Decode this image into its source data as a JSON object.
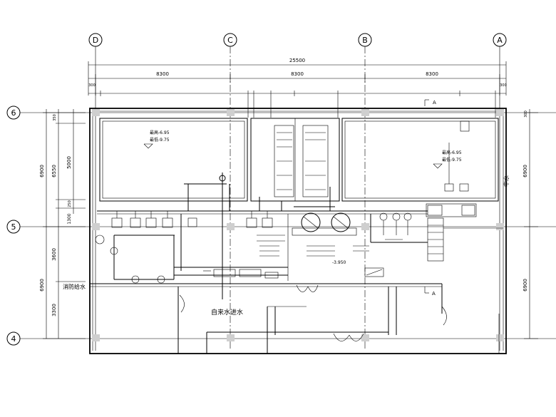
{
  "axes_top": [
    "D",
    "C",
    "B",
    "A"
  ],
  "axes_left": [
    "6",
    "5",
    "4"
  ],
  "dims_top": {
    "overall": "25500",
    "bay1": "8300",
    "bay2": "8300",
    "bay3": "8300",
    "edge_left": "300",
    "edge_right": "300"
  },
  "dims_left": {
    "total_upper": "6900",
    "inner_upper": "6550",
    "tank": "5000",
    "top_small": "350",
    "mid_small": "250",
    "lower_a": "1300",
    "lower_b": "3600",
    "bottom": "3300",
    "total_lower": "6900"
  },
  "dims_right": {
    "upper": "6900",
    "lower": "6900",
    "top": "300"
  },
  "tanks": {
    "left_level_1": "最高-6.95",
    "left_level_2": "最低-9.75",
    "right_level_1": "最高-6.95",
    "right_level_2": "最低-9.75",
    "section_mark_top": "A",
    "section_mark_bottom": "A",
    "elev_room": "-3.950"
  },
  "labels": {
    "tap_water": "自来水进水",
    "reclaimed_water": "中水",
    "fire_inlet": "消防给水"
  }
}
